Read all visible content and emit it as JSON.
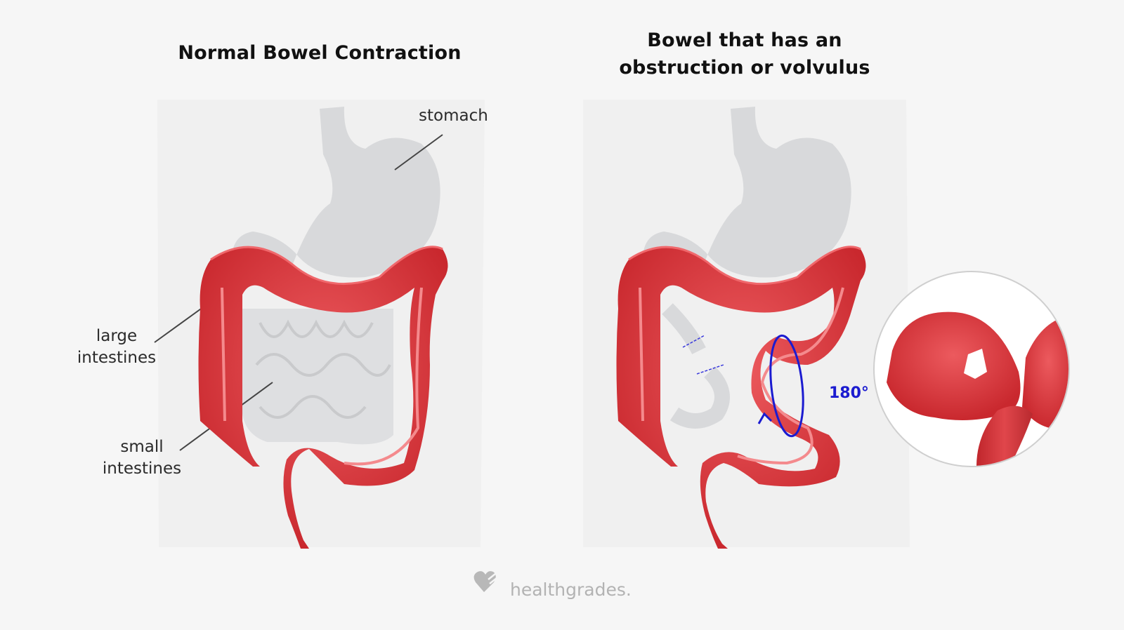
{
  "titles": {
    "normal": "Normal Bowel Contraction",
    "obstruction": "Bowel that has an obstruction or volvulus"
  },
  "titles_lines": {
    "obstruction_line1": "Bowel that has an",
    "obstruction_line2": "obstruction or volvulus"
  },
  "labels": {
    "stomach": "stomach",
    "large_line1": "large",
    "large_line2": "intestines",
    "small_line1": "small",
    "small_line2": "intestines",
    "twist_angle": "180°"
  },
  "panels": [
    {
      "name": "normal",
      "organs": [
        "stomach",
        "large intestines",
        "small intestines"
      ]
    },
    {
      "name": "volvulus",
      "organs": [
        "stomach",
        "large intestines (twisted sigmoid)"
      ],
      "twist": "180°",
      "inset": "close-up of twisted bowel"
    }
  ],
  "colors": {
    "background": "#f6f6f6",
    "panel": "#f0f0f0",
    "organ_gray": "#d8d9db",
    "bowel_red": "#d9373d",
    "bowel_dark": "#b02a2f",
    "twist_blue": "#1b1bd0",
    "logo_gray": "#b3b3b3"
  },
  "brand": {
    "logo_text": "healthgrades."
  }
}
